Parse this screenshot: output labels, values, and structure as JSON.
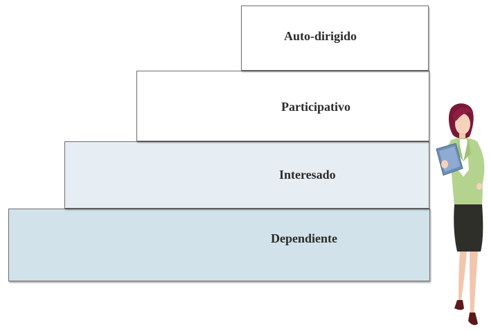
{
  "steps": [
    {
      "label": "Auto-dirigido"
    },
    {
      "label": "Participativo"
    },
    {
      "label": "Interesado"
    },
    {
      "label": "Dependiente"
    }
  ],
  "colors": {
    "step_top": "#ffffff",
    "step_second": "#ffffff",
    "step_third": "#e7eef3",
    "step_bottom": "#d1e2ea",
    "border": "#6e6e6e",
    "text": "#2b2b2b"
  },
  "illustration": {
    "icon": "businesswoman-with-tablet-icon"
  }
}
